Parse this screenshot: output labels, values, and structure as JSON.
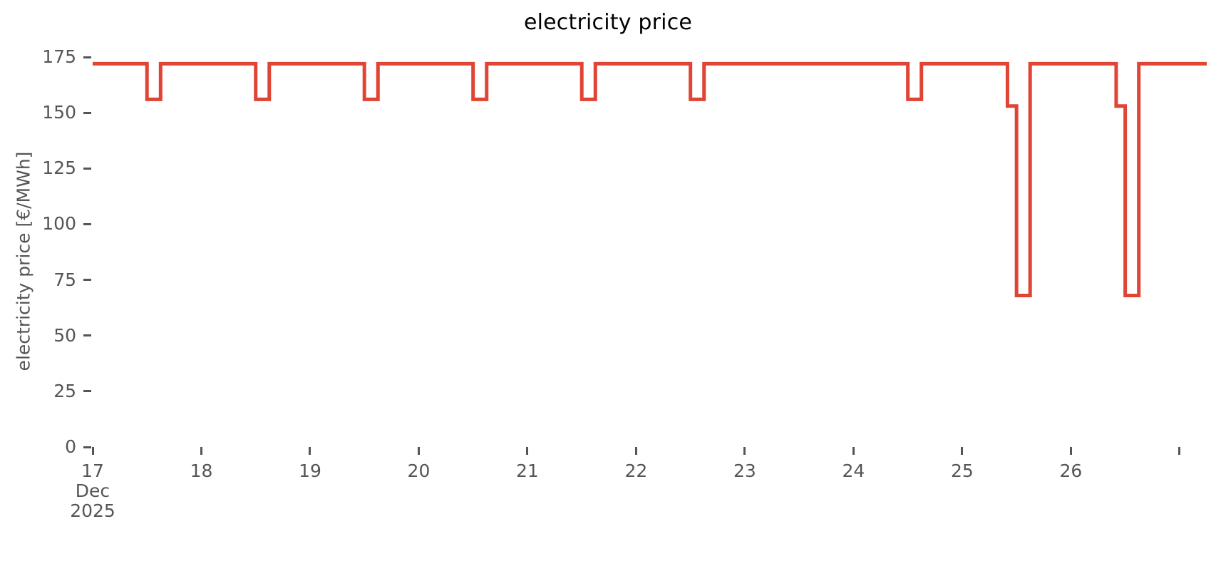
{
  "chart_data": {
    "type": "line",
    "title": "electricity price",
    "xlabel": "",
    "ylabel": "electricity price [€/MWh]",
    "grid": false,
    "legend": null,
    "line_color": "#e04434",
    "line_width": 5,
    "ylim": [
      0,
      185
    ],
    "ytick_values": [
      0,
      25,
      50,
      75,
      100,
      125,
      150,
      175
    ],
    "ytick_labels": [
      "0",
      "25",
      "50",
      "75",
      "100",
      "125",
      "150",
      "175"
    ],
    "xlim_start": "2025-12-17 00:00",
    "xlim_end": "2025-12-27 06:00",
    "xtick_labels": [
      "17\nDec\n2025",
      "18",
      "19",
      "20",
      "21",
      "22",
      "23",
      "24",
      "25",
      "26",
      ""
    ],
    "xtick_days": [
      17,
      18,
      19,
      20,
      21,
      22,
      23,
      24,
      25,
      26,
      27
    ],
    "x_unit": "hours since 2025-12-17 00:00",
    "x_total_hours": 246,
    "baseline_value": 172,
    "shallow_dip_value": 156,
    "deep_dip_value": 68,
    "deep_dip_shoulder_value": 153,
    "series": [
      {
        "name": "electricity price",
        "step": "post",
        "points": [
          [
            0,
            172
          ],
          [
            12,
            172
          ],
          [
            12,
            156
          ],
          [
            15,
            156
          ],
          [
            15,
            172
          ],
          [
            36,
            172
          ],
          [
            36,
            156
          ],
          [
            39,
            156
          ],
          [
            39,
            172
          ],
          [
            60,
            172
          ],
          [
            60,
            156
          ],
          [
            63,
            156
          ],
          [
            63,
            172
          ],
          [
            84,
            172
          ],
          [
            84,
            156
          ],
          [
            87,
            156
          ],
          [
            87,
            172
          ],
          [
            108,
            172
          ],
          [
            108,
            156
          ],
          [
            111,
            156
          ],
          [
            111,
            172
          ],
          [
            132,
            172
          ],
          [
            132,
            156
          ],
          [
            135,
            156
          ],
          [
            135,
            172
          ],
          [
            180,
            172
          ],
          [
            180,
            156
          ],
          [
            183,
            156
          ],
          [
            183,
            172
          ],
          [
            202,
            172
          ],
          [
            202,
            153
          ],
          [
            204,
            153
          ],
          [
            204,
            68
          ],
          [
            207,
            68
          ],
          [
            207,
            172
          ],
          [
            226,
            172
          ],
          [
            226,
            153
          ],
          [
            228,
            153
          ],
          [
            228,
            68
          ],
          [
            231,
            68
          ],
          [
            231,
            172
          ],
          [
            246,
            172
          ]
        ]
      }
    ]
  },
  "axes": {
    "title": "electricity price",
    "y_axis_label": "electricity price [€/MWh]",
    "y_ticks": [
      "0",
      "25",
      "50",
      "75",
      "100",
      "125",
      "150",
      "175"
    ],
    "x_ticks": [
      {
        "label": "17",
        "sublabel_month": "Dec",
        "sublabel_year": "2025"
      },
      {
        "label": "18",
        "sublabel_month": "",
        "sublabel_year": ""
      },
      {
        "label": "19",
        "sublabel_month": "",
        "sublabel_year": ""
      },
      {
        "label": "20",
        "sublabel_month": "",
        "sublabel_year": ""
      },
      {
        "label": "21",
        "sublabel_month": "",
        "sublabel_year": ""
      },
      {
        "label": "22",
        "sublabel_month": "",
        "sublabel_year": ""
      },
      {
        "label": "23",
        "sublabel_month": "",
        "sublabel_year": ""
      },
      {
        "label": "24",
        "sublabel_month": "",
        "sublabel_year": ""
      },
      {
        "label": "25",
        "sublabel_month": "",
        "sublabel_year": ""
      },
      {
        "label": "26",
        "sublabel_month": "",
        "sublabel_year": ""
      },
      {
        "label": "",
        "sublabel_month": "",
        "sublabel_year": ""
      }
    ]
  },
  "colors": {
    "line": "#e04434",
    "tick_text": "#555555",
    "title_text": "#000000",
    "background": "#ffffff"
  }
}
